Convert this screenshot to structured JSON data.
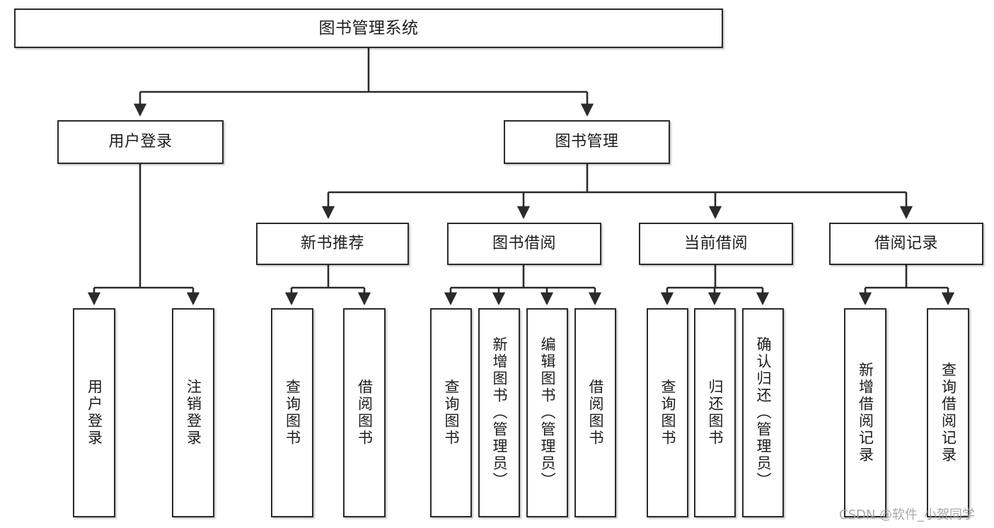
{
  "diagram": {
    "title": "图书管理系统",
    "type": "tree-hierarchy-chart",
    "orientation": "top-down"
  },
  "nodes": {
    "root": {
      "label": "图书管理系统"
    },
    "level2": [
      {
        "id": "user-login",
        "label": "用户登录"
      },
      {
        "id": "book-management",
        "label": "图书管理"
      }
    ],
    "level3": [
      {
        "id": "new-book-recommend",
        "label": "新书推荐"
      },
      {
        "id": "book-borrow",
        "label": "图书借阅"
      },
      {
        "id": "current-borrow",
        "label": "当前借阅"
      },
      {
        "id": "borrow-record",
        "label": "借阅记录"
      }
    ],
    "leaves": {
      "user-login": [
        {
          "id": "leaf-user-login",
          "label": "用户登录"
        },
        {
          "id": "leaf-logout-login",
          "label": "注销登录"
        }
      ],
      "new-book-recommend": [
        {
          "id": "leaf-query-book-1",
          "label": "查询图书"
        },
        {
          "id": "leaf-borrow-book-1",
          "label": "借阅图书"
        }
      ],
      "book-borrow": [
        {
          "id": "leaf-query-book-2",
          "label": "查询图书"
        },
        {
          "id": "leaf-add-book",
          "label": "新增图书（管理员）"
        },
        {
          "id": "leaf-edit-book",
          "label": "编辑图书（管理员）"
        },
        {
          "id": "leaf-borrow-book-2",
          "label": "借阅图书"
        }
      ],
      "current-borrow": [
        {
          "id": "leaf-query-book-3",
          "label": "查询图书"
        },
        {
          "id": "leaf-return-book",
          "label": "归还图书"
        },
        {
          "id": "leaf-confirm-return",
          "label": "确认归还（管理员）"
        }
      ],
      "borrow-record": [
        {
          "id": "leaf-add-record",
          "label": "新增借阅记录"
        },
        {
          "id": "leaf-query-record",
          "label": "查询借阅记录"
        }
      ]
    }
  },
  "watermark": {
    "text": "CSDN @软件_小贺同学"
  },
  "colors": {
    "stroke": "#2b2b2b",
    "fill": "#ffffff",
    "text": "#1d1d1d",
    "watermark": "#9a9a9a"
  }
}
